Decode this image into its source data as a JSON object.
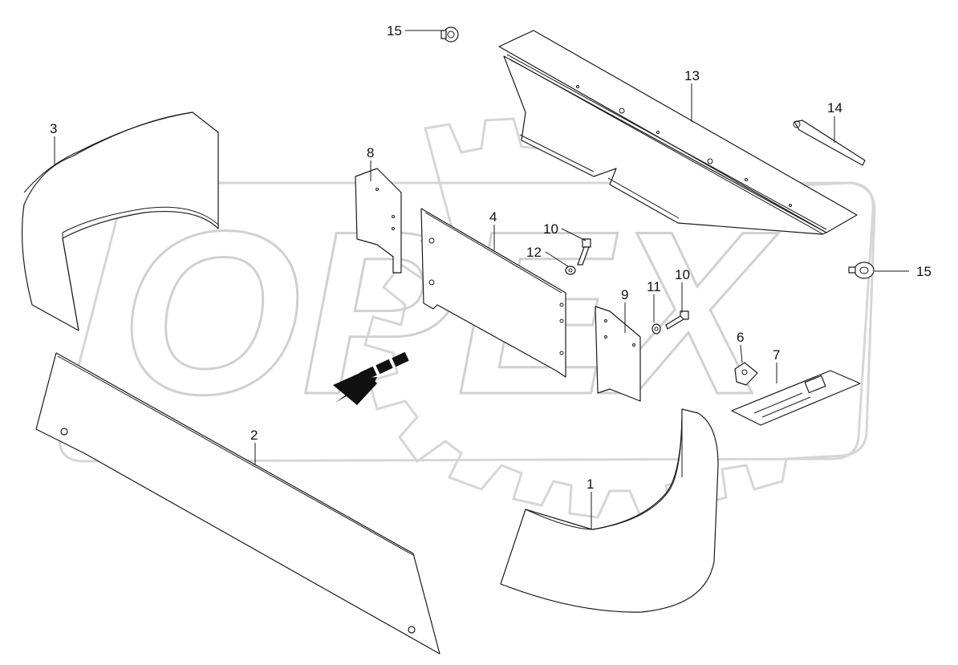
{
  "watermark": {
    "text": "OPEX",
    "color": "#d0d0d0"
  },
  "corner_mark": "",
  "callouts": {
    "c1": "1",
    "c2": "2",
    "c3": "3",
    "c4": "4",
    "c6": "6",
    "c7": "7",
    "c8": "8",
    "c9": "9",
    "c10a": "10",
    "c10b": "10",
    "c11": "11",
    "c12": "12",
    "c13": "13",
    "c14": "14",
    "c15a": "15",
    "c15b": "15"
  },
  "icons": {
    "direction_arrow": "direction-arrow-icon"
  }
}
